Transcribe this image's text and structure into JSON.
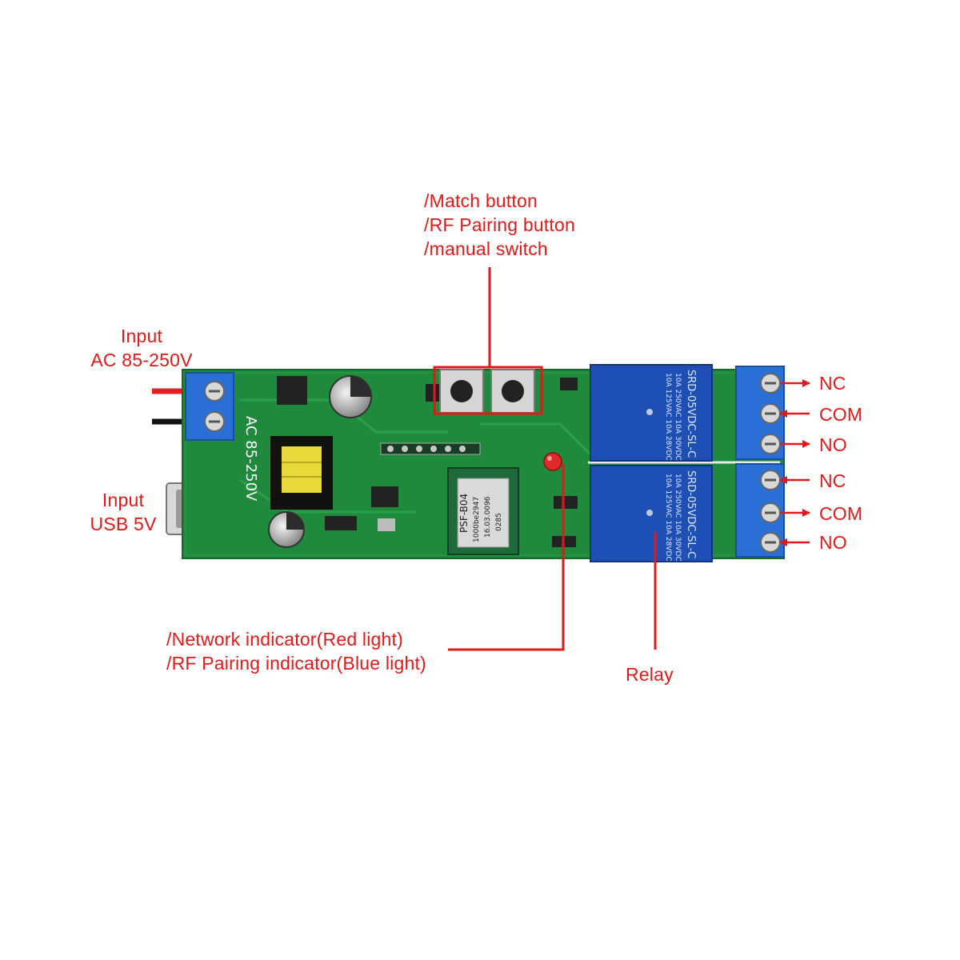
{
  "button_callout": {
    "lines": [
      "/Match button",
      "/RF Pairing button",
      "/manual switch"
    ]
  },
  "ac_input": {
    "lines": [
      "Input",
      "AC 85-250V"
    ]
  },
  "usb_input": {
    "lines": [
      "Input",
      "USB 5V"
    ]
  },
  "indicator_callout": {
    "lines": [
      "/Network indicator(Red light)",
      "/RF Pairing indicator(Blue light)"
    ]
  },
  "relay_callout": {
    "label": "Relay"
  },
  "terminals": {
    "relay1": [
      "NC",
      "COM",
      "NO"
    ],
    "relay2": [
      "NC",
      "COM",
      "NO"
    ]
  },
  "board_markings": {
    "silkscreen_voltage": "AC 85-250V",
    "module": [
      "PSF-B04",
      "1000be2947",
      "16.03.0096",
      "0285"
    ],
    "relay_face": [
      "SRD-05VDC-SL-C",
      "10A 250VAC  10A 30VDC",
      "10A 125VAC  10A 28VDC"
    ]
  },
  "colors": {
    "annotation": "#e31919",
    "pcb": "#1f8a3b",
    "relay": "#1e4fb5",
    "terminal": "#2a6fd6"
  }
}
